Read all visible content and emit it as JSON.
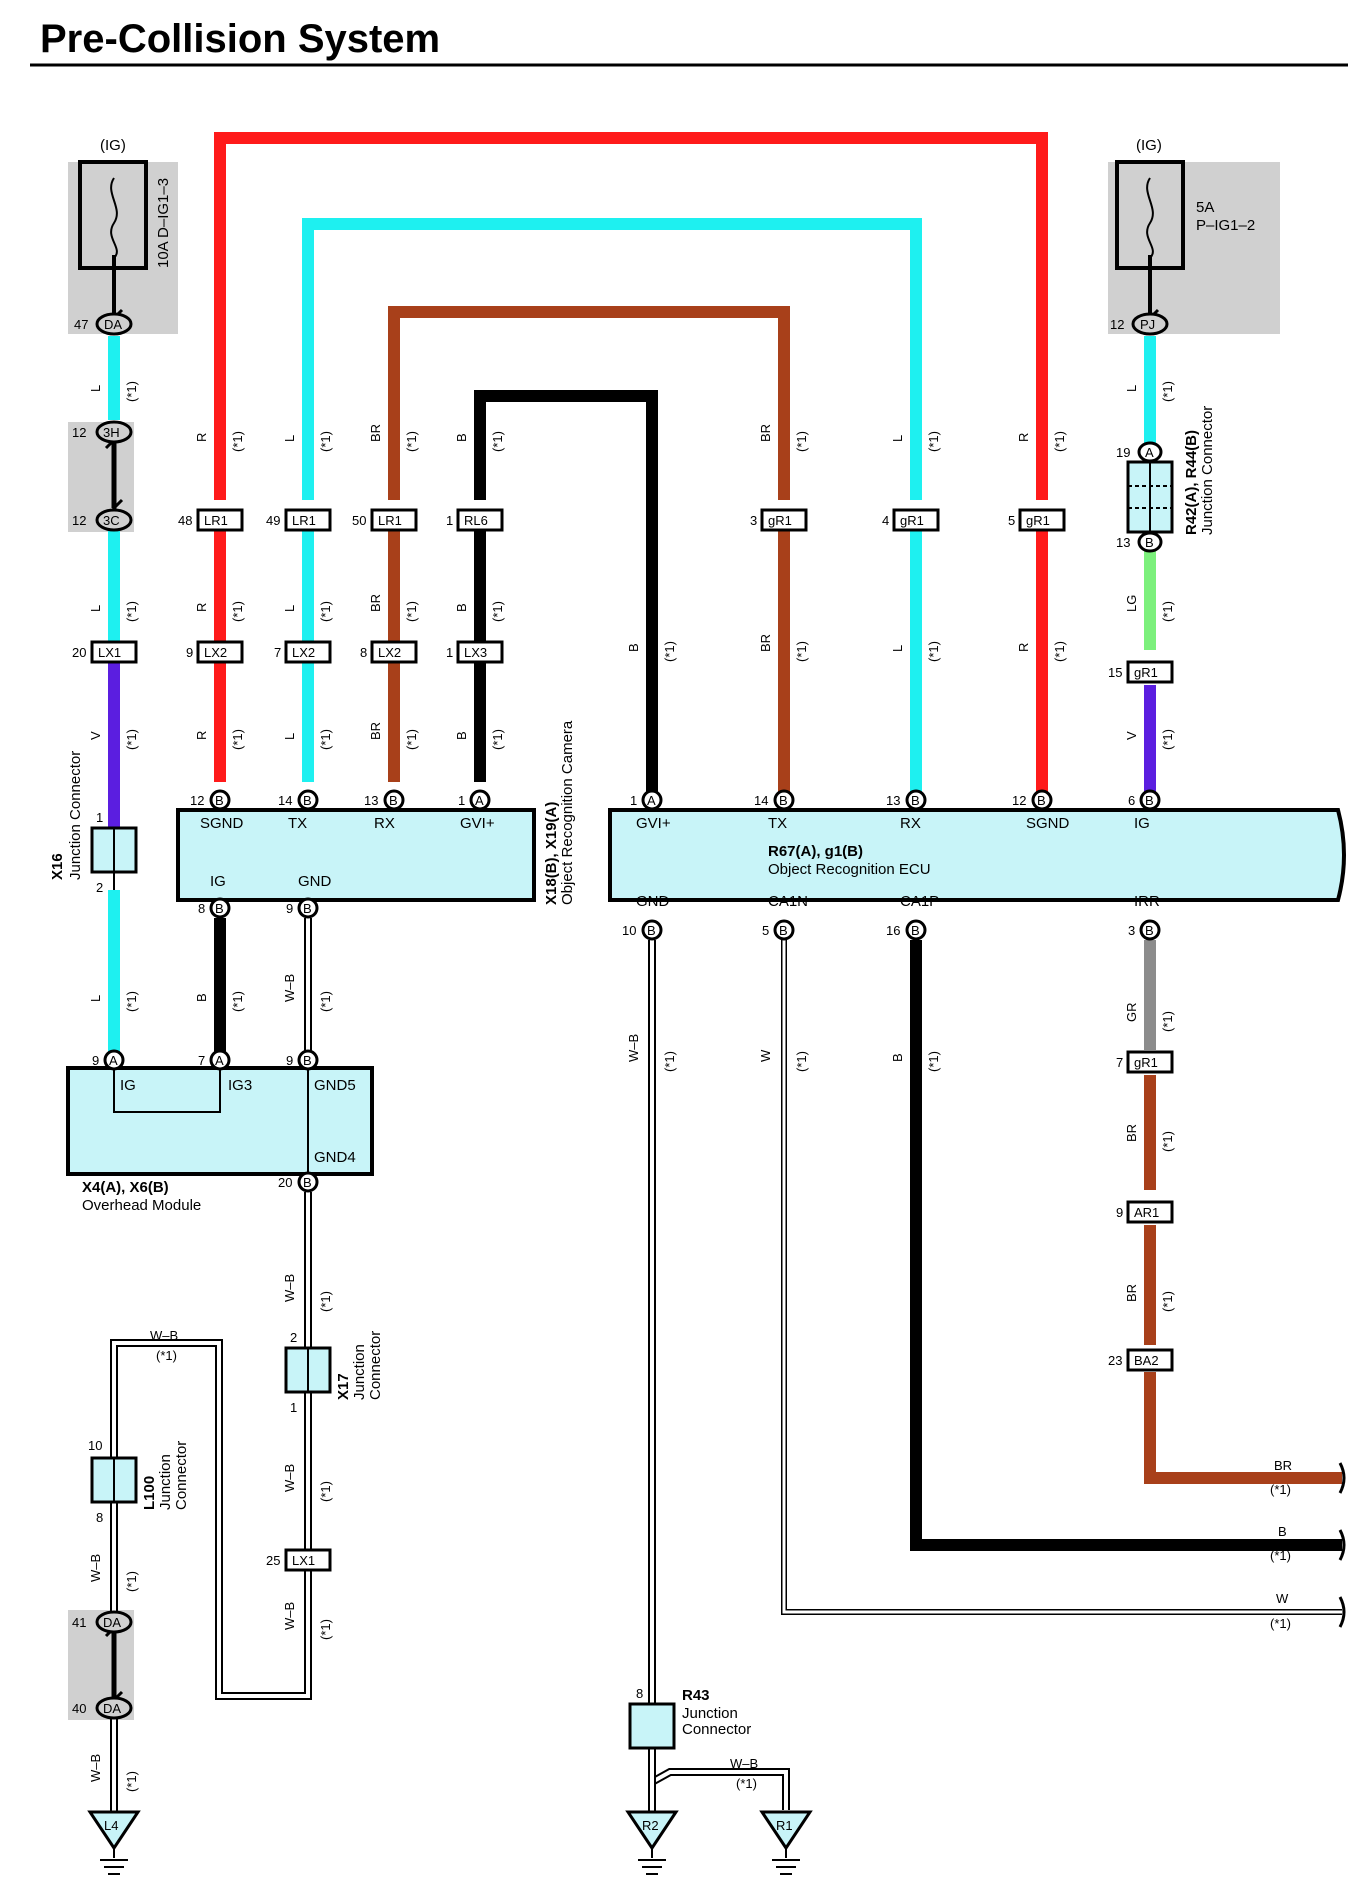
{
  "title": "Pre-Collision System",
  "legend_mark": "(*1)",
  "colors": {
    "R": "#ff1a1a",
    "L": "#1ef0f0",
    "BR": "#a8401a",
    "B": "#000000",
    "V": "#5b1ee0",
    "LG": "#7cf07c",
    "GR": "#8c8c8c",
    "box_fill": "#c8f4f8",
    "fuse_bg": "#d0d0d0"
  },
  "fuses": {
    "left": {
      "ig": "(IG)",
      "rating": "10A D–IG1–3",
      "pin": "47",
      "conn": "DA"
    },
    "right": {
      "ig": "(IG)",
      "rating": "5A",
      "name": "P–IG1–2",
      "pin": "12",
      "conn": "PJ"
    }
  },
  "connectors": [
    {
      "pin": "12",
      "label": "3H"
    },
    {
      "pin": "12",
      "label": "3C"
    },
    {
      "pin": "20",
      "label": "LX1"
    },
    {
      "pin": "48",
      "label": "LR1"
    },
    {
      "pin": "49",
      "label": "LR1"
    },
    {
      "pin": "50",
      "label": "LR1"
    },
    {
      "pin": "1",
      "label": "RL6"
    },
    {
      "pin": "9",
      "label": "LX2"
    },
    {
      "pin": "7",
      "label": "LX2"
    },
    {
      "pin": "8",
      "label": "LX2"
    },
    {
      "pin": "1",
      "label": "LX3"
    },
    {
      "pin": "3",
      "label": "gR1"
    },
    {
      "pin": "4",
      "label": "gR1"
    },
    {
      "pin": "5",
      "label": "gR1"
    },
    {
      "pin": "15",
      "label": "gR1"
    },
    {
      "pin": "7",
      "label": "gR1"
    },
    {
      "pin": "9",
      "label": "AR1"
    },
    {
      "pin": "23",
      "label": "BA2"
    },
    {
      "pin": "25",
      "label": "LX1"
    },
    {
      "pin": "41",
      "label": "DA"
    },
    {
      "pin": "40",
      "label": "DA"
    }
  ],
  "wire_labels": {
    "R": "R",
    "L": "L",
    "BR": "BR",
    "B": "B",
    "V": "V",
    "LG": "LG",
    "GR": "GR",
    "W": "W",
    "WB": "W–B"
  },
  "camera": {
    "name": "X18(B), X19(A)",
    "desc": "Object Recognition Camera",
    "top_pins": [
      {
        "pin": "12",
        "conn": "B",
        "label": "SGND"
      },
      {
        "pin": "14",
        "conn": "B",
        "label": "TX"
      },
      {
        "pin": "13",
        "conn": "B",
        "label": "RX"
      },
      {
        "pin": "1",
        "conn": "A",
        "label": "GVI+"
      }
    ],
    "bottom_pins": [
      {
        "pin": "8",
        "conn": "B",
        "label": "IG"
      },
      {
        "pin": "9",
        "conn": "B",
        "label": "GND"
      }
    ]
  },
  "ecu": {
    "name": "R67(A), g1(B)",
    "desc": "Object Recognition ECU",
    "top_pins": [
      {
        "pin": "1",
        "conn": "A",
        "label": "GVI+"
      },
      {
        "pin": "14",
        "conn": "B",
        "label": "TX"
      },
      {
        "pin": "13",
        "conn": "B",
        "label": "RX"
      },
      {
        "pin": "12",
        "conn": "B",
        "label": "SGND"
      },
      {
        "pin": "6",
        "conn": "B",
        "label": "IG"
      }
    ],
    "bottom_pins": [
      {
        "pin": "10",
        "conn": "B",
        "label": "GND"
      },
      {
        "pin": "5",
        "conn": "B",
        "label": "CA1N"
      },
      {
        "pin": "16",
        "conn": "B",
        "label": "CA1P"
      },
      {
        "pin": "3",
        "conn": "B",
        "label": "IRR"
      }
    ]
  },
  "overhead": {
    "name": "X4(A), X6(B)",
    "desc": "Overhead Module",
    "pins": [
      {
        "pin": "9",
        "conn": "A",
        "label": "IG"
      },
      {
        "pin": "7",
        "conn": "A",
        "label": "IG3"
      },
      {
        "pin": "9",
        "conn": "B",
        "label": "GND5"
      },
      {
        "pin": "20",
        "conn": "B",
        "label": "GND4"
      }
    ]
  },
  "junctions": {
    "x16": {
      "name": "X16",
      "desc": "Junction Connector",
      "p1": "1",
      "p2": "2"
    },
    "x17": {
      "name": "X17",
      "desc1": "Junction",
      "desc2": "Connector",
      "p1": "2",
      "p2": "1"
    },
    "l100": {
      "name": "L100",
      "desc1": "Junction",
      "desc2": "Connector",
      "p1": "10",
      "p2": "8"
    },
    "r42": {
      "name": "R42(A), R44(B)",
      "desc": "Junction Connector",
      "p1": "19",
      "c1": "A",
      "p2": "13",
      "c2": "B"
    },
    "r43": {
      "name": "R43",
      "desc1": "Junction",
      "desc2": "Connector",
      "p1": "8"
    }
  },
  "grounds": [
    "L4",
    "R2",
    "R1"
  ]
}
